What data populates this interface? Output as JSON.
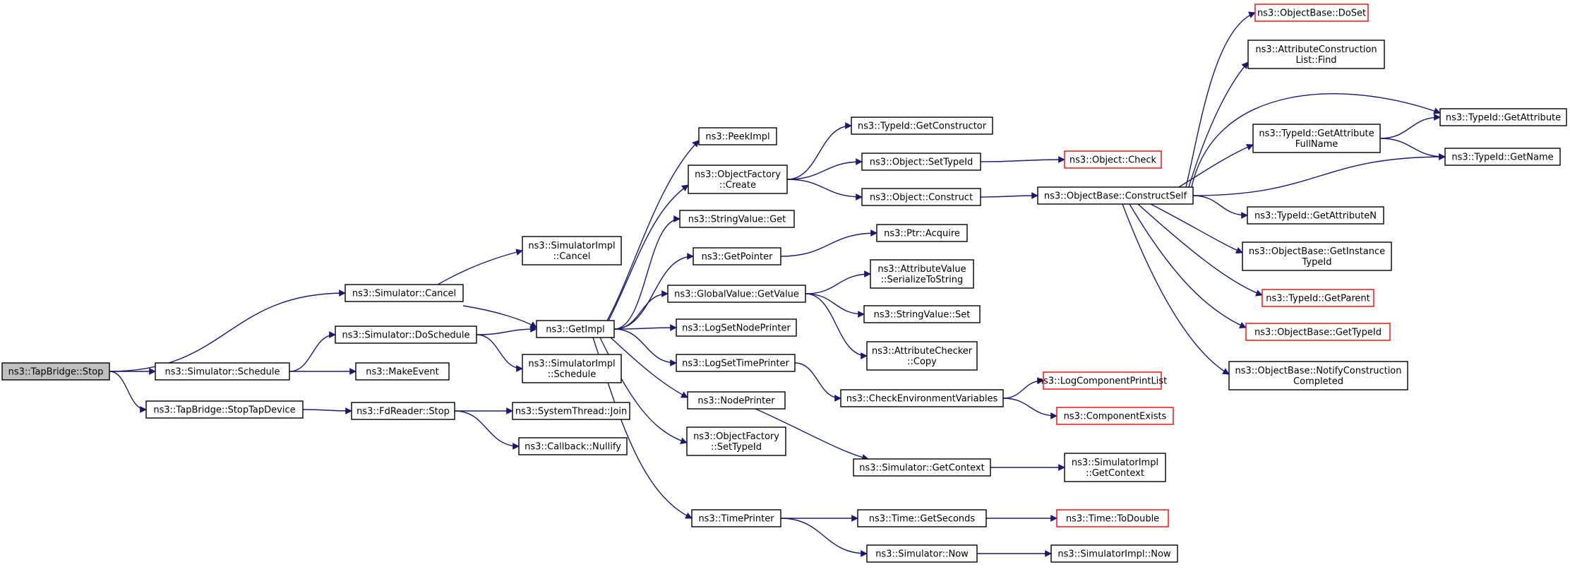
{
  "colors": {
    "edge": "#191970",
    "node_border": "#000000",
    "node_border_external": "#ff0000",
    "node_fill": "#ffffff",
    "root_fill": "#bfbfbf"
  },
  "nodes": [
    {
      "id": "stop",
      "lines": [
        "ns3::TapBridge::Stop"
      ],
      "root": true
    },
    {
      "id": "cancel",
      "lines": [
        "ns3::Simulator::Cancel"
      ]
    },
    {
      "id": "schedule",
      "lines": [
        "ns3::Simulator::Schedule"
      ]
    },
    {
      "id": "stoptap",
      "lines": [
        "ns3::TapBridge::StopTapDevice"
      ]
    },
    {
      "id": "simimplcancel",
      "lines": [
        "ns3::SimulatorImpl",
        "::Cancel"
      ]
    },
    {
      "id": "getimpl",
      "lines": [
        "ns3::GetImpl"
      ]
    },
    {
      "id": "doschedule",
      "lines": [
        "ns3::Simulator::DoSchedule"
      ]
    },
    {
      "id": "makeevent",
      "lines": [
        "ns3::MakeEvent"
      ]
    },
    {
      "id": "fdstop",
      "lines": [
        "ns3::FdReader::Stop"
      ]
    },
    {
      "id": "simimplsched",
      "lines": [
        "ns3::SimulatorImpl",
        "::Schedule"
      ]
    },
    {
      "id": "threadjoin",
      "lines": [
        "ns3::SystemThread::Join"
      ]
    },
    {
      "id": "nullify",
      "lines": [
        "ns3::Callback::Nullify"
      ]
    },
    {
      "id": "peekimpl",
      "lines": [
        "ns3::PeekImpl"
      ]
    },
    {
      "id": "ofcreate",
      "lines": [
        "ns3::ObjectFactory",
        "::Create"
      ]
    },
    {
      "id": "strget",
      "lines": [
        "ns3::StringValue::Get"
      ]
    },
    {
      "id": "getpointer",
      "lines": [
        "ns3::GetPointer"
      ]
    },
    {
      "id": "gvget",
      "lines": [
        "ns3::GlobalValue::GetValue"
      ]
    },
    {
      "id": "lognode",
      "lines": [
        "ns3::LogSetNodePrinter"
      ]
    },
    {
      "id": "logtime",
      "lines": [
        "ns3::LogSetTimePrinter"
      ]
    },
    {
      "id": "nodeprinter",
      "lines": [
        "ns3::NodePrinter"
      ]
    },
    {
      "id": "ofsettype",
      "lines": [
        "ns3::ObjectFactory",
        "::SetTypeId"
      ]
    },
    {
      "id": "timeprinter",
      "lines": [
        "ns3::TimePrinter"
      ]
    },
    {
      "id": "getctor",
      "lines": [
        "ns3::TypeId::GetConstructor"
      ]
    },
    {
      "id": "objsettype",
      "lines": [
        "ns3::Object::SetTypeId"
      ]
    },
    {
      "id": "objconstruct",
      "lines": [
        "ns3::Object::Construct"
      ]
    },
    {
      "id": "ptracquire",
      "lines": [
        "ns3::Ptr::Acquire"
      ]
    },
    {
      "id": "avser",
      "lines": [
        "ns3::AttributeValue",
        "::SerializeToString"
      ]
    },
    {
      "id": "strset",
      "lines": [
        "ns3::StringValue::Set"
      ]
    },
    {
      "id": "accopy",
      "lines": [
        "ns3::AttributeChecker",
        "::Copy"
      ]
    },
    {
      "id": "checkenv",
      "lines": [
        "ns3::CheckEnvironmentVariables"
      ]
    },
    {
      "id": "getcontext",
      "lines": [
        "ns3::Simulator::GetContext"
      ]
    },
    {
      "id": "getseconds",
      "lines": [
        "ns3::Time::GetSeconds"
      ]
    },
    {
      "id": "simnow",
      "lines": [
        "ns3::Simulator::Now"
      ]
    },
    {
      "id": "objcheck",
      "lines": [
        "ns3::Object::Check"
      ],
      "external": true
    },
    {
      "id": "constructself",
      "lines": [
        "ns3::ObjectBase::ConstructSelf"
      ]
    },
    {
      "id": "logcomplist",
      "lines": [
        "ns3::LogComponentPrintList"
      ],
      "external": true
    },
    {
      "id": "compexists",
      "lines": [
        "ns3::ComponentExists"
      ],
      "external": true
    },
    {
      "id": "simimplctx",
      "lines": [
        "ns3::SimulatorImpl",
        "::GetContext"
      ]
    },
    {
      "id": "todouble",
      "lines": [
        "ns3::Time::ToDouble"
      ],
      "external": true
    },
    {
      "id": "simimplnow",
      "lines": [
        "ns3::SimulatorImpl::Now"
      ]
    },
    {
      "id": "doset",
      "lines": [
        "ns3::ObjectBase::DoSet"
      ],
      "external": true
    },
    {
      "id": "aclfind",
      "lines": [
        "ns3::AttributeConstruction",
        "List::Find"
      ]
    },
    {
      "id": "attrfull",
      "lines": [
        "ns3::TypeId::GetAttribute",
        "FullName"
      ]
    },
    {
      "id": "getattrn",
      "lines": [
        "ns3::TypeId::GetAttributeN"
      ]
    },
    {
      "id": "getinst",
      "lines": [
        "ns3::ObjectBase::GetInstance",
        "TypeId"
      ]
    },
    {
      "id": "getparent",
      "lines": [
        "ns3::TypeId::GetParent"
      ],
      "external": true
    },
    {
      "id": "obgettype",
      "lines": [
        "ns3::ObjectBase::GetTypeId"
      ],
      "external": true
    },
    {
      "id": "notifycc",
      "lines": [
        "ns3::ObjectBase::NotifyConstruction",
        "Completed"
      ]
    },
    {
      "id": "getattr",
      "lines": [
        "ns3::TypeId::GetAttribute"
      ]
    },
    {
      "id": "getname",
      "lines": [
        "ns3::TypeId::GetName"
      ]
    }
  ],
  "edges": [
    [
      "stop",
      "cancel"
    ],
    [
      "stop",
      "schedule"
    ],
    [
      "stop",
      "stoptap"
    ],
    [
      "cancel",
      "simimplcancel"
    ],
    [
      "cancel",
      "getimpl"
    ],
    [
      "schedule",
      "doschedule"
    ],
    [
      "schedule",
      "makeevent"
    ],
    [
      "stoptap",
      "fdstop"
    ],
    [
      "doschedule",
      "getimpl"
    ],
    [
      "doschedule",
      "simimplsched"
    ],
    [
      "fdstop",
      "threadjoin"
    ],
    [
      "fdstop",
      "nullify"
    ],
    [
      "getimpl",
      "peekimpl"
    ],
    [
      "getimpl",
      "ofcreate"
    ],
    [
      "getimpl",
      "strget"
    ],
    [
      "getimpl",
      "getpointer"
    ],
    [
      "getimpl",
      "gvget"
    ],
    [
      "getimpl",
      "lognode"
    ],
    [
      "getimpl",
      "logtime"
    ],
    [
      "getimpl",
      "nodeprinter"
    ],
    [
      "getimpl",
      "ofsettype"
    ],
    [
      "getimpl",
      "timeprinter"
    ],
    [
      "ofcreate",
      "getctor"
    ],
    [
      "ofcreate",
      "objsettype"
    ],
    [
      "ofcreate",
      "objconstruct"
    ],
    [
      "getpointer",
      "ptracquire"
    ],
    [
      "gvget",
      "avser"
    ],
    [
      "gvget",
      "strset"
    ],
    [
      "gvget",
      "accopy"
    ],
    [
      "logtime",
      "checkenv"
    ],
    [
      "nodeprinter",
      "getcontext"
    ],
    [
      "timeprinter",
      "getseconds"
    ],
    [
      "timeprinter",
      "simnow"
    ],
    [
      "objsettype",
      "objcheck"
    ],
    [
      "objconstruct",
      "constructself"
    ],
    [
      "checkenv",
      "logcomplist"
    ],
    [
      "checkenv",
      "compexists"
    ],
    [
      "getcontext",
      "simimplctx"
    ],
    [
      "getseconds",
      "todouble"
    ],
    [
      "simnow",
      "simimplnow"
    ],
    [
      "constructself",
      "doset"
    ],
    [
      "constructself",
      "aclfind"
    ],
    [
      "constructself",
      "attrfull"
    ],
    [
      "constructself",
      "getattr"
    ],
    [
      "constructself",
      "getname"
    ],
    [
      "constructself",
      "getattrn"
    ],
    [
      "constructself",
      "getinst"
    ],
    [
      "constructself",
      "getparent"
    ],
    [
      "constructself",
      "obgettype"
    ],
    [
      "constructself",
      "notifycc"
    ],
    [
      "attrfull",
      "getattr"
    ],
    [
      "attrfull",
      "getname"
    ]
  ]
}
